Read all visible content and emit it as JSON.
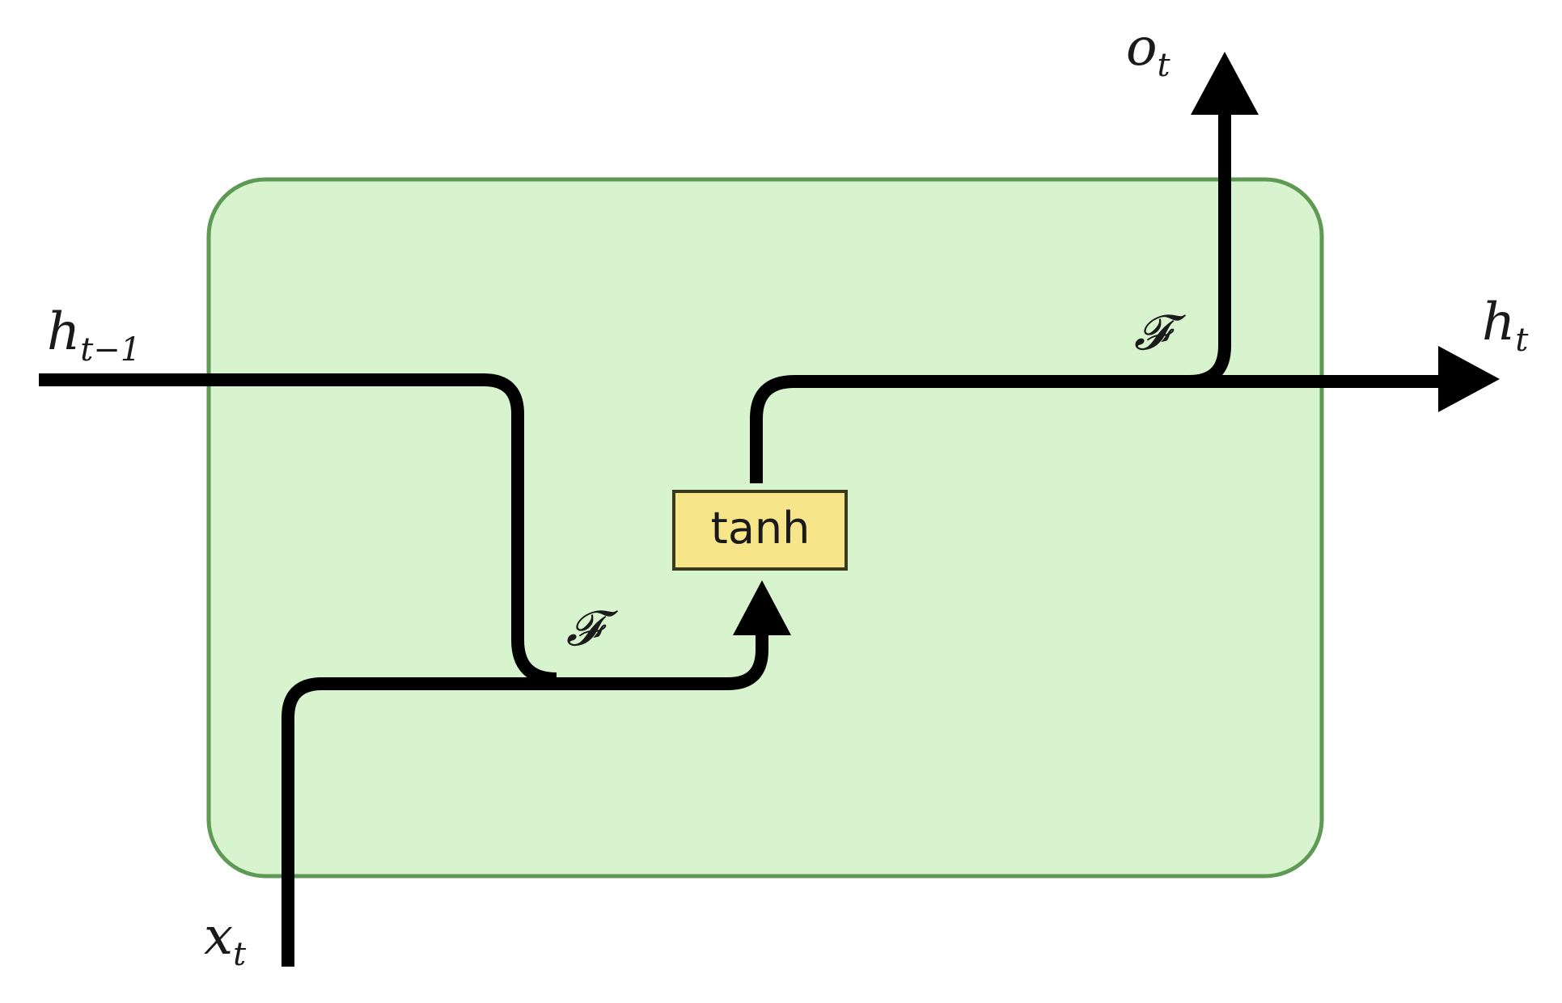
{
  "colors": {
    "cell_fill": "#d7f4cf",
    "cell_stroke": "#5e9a54",
    "line": "#000000",
    "box_fill": "#f7e58a",
    "box_stroke": "#3a3a1a"
  },
  "labels": {
    "h_prev_main": "h",
    "h_prev_sub": "t−1",
    "x_main": "x",
    "x_sub": "t",
    "o_main": "o",
    "o_sub": "t",
    "h_main": "h",
    "h_sub": "t",
    "op_lower": "𝓕",
    "op_upper": "𝓕",
    "activation": "tanh"
  }
}
